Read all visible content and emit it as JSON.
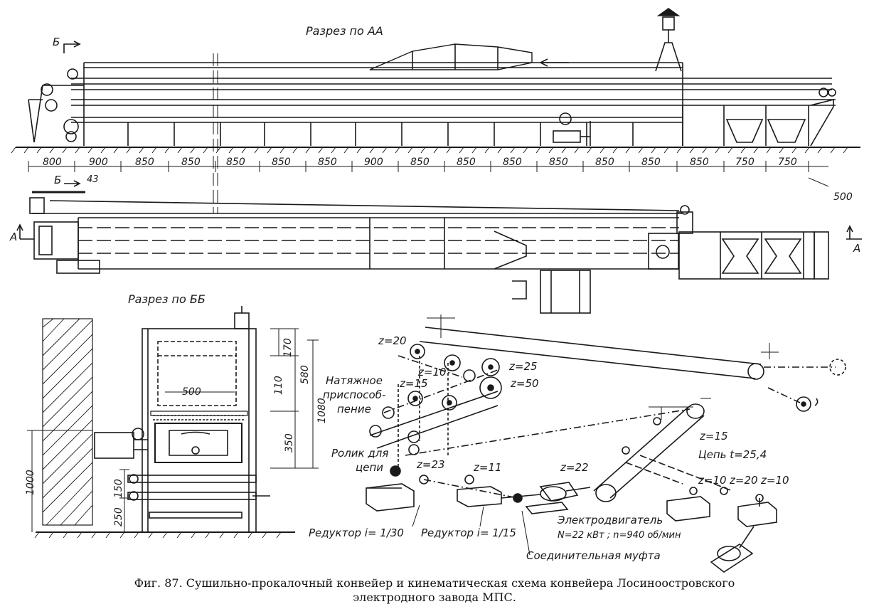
{
  "top_view": {
    "title": "Разрез по АА",
    "section_marks": {
      "b_top": "Б",
      "b_bottom": "Б",
      "a_left": "А",
      "a_right": "А"
    },
    "dimensions": [
      "800",
      "900",
      "850",
      "850",
      "850",
      "850",
      "850",
      "900",
      "850",
      "850",
      "850",
      "850",
      "850",
      "850",
      "850",
      "750",
      "750"
    ],
    "dim_extra": "500",
    "dim_note": "43"
  },
  "section_bb": {
    "title": "Разрез по ББ",
    "dim_500": "500",
    "dim_170": "170",
    "dim_580": "580",
    "dim_110": "110",
    "dim_1080": "1080",
    "dim_350": "350",
    "dim_1000": "1000",
    "dim_150": "150",
    "dim_250": "250"
  },
  "kinematic": {
    "z20_top": "z=20",
    "z10_a": "z=10",
    "z25": "z=25",
    "z15_a": "z=15",
    "z50": "z=50",
    "tensioner": "Натяжное приспособ-\nпение",
    "tensioner_l1": "Натяжное",
    "tensioner_l2": "приспособ-",
    "tensioner_l3": "пение",
    "roller_l1": "Ролик для",
    "roller_l2": "цепи",
    "z23": "z=23",
    "z11": "z=11",
    "z22": "z=22",
    "z15_b": "z=15",
    "chain": "Цепь t=25,4",
    "z10_b": "z=10",
    "z20_b": "z=20",
    "z10_c": "z=10",
    "reducer1": "Редуктор i= 1/30",
    "reducer2": "Редуктор i= 1/15",
    "motor_l1": "Электродвигатель",
    "motor_l2": "N=22 кВт ; n=940 об/мин",
    "coupling": "Соединительная муфта"
  },
  "caption": {
    "line1": "Фиг. 87. Сушильно-прокалочный конвейер и кинематическая схема конвейера Лосиноостровского",
    "line2": "электродного завода МПС."
  }
}
